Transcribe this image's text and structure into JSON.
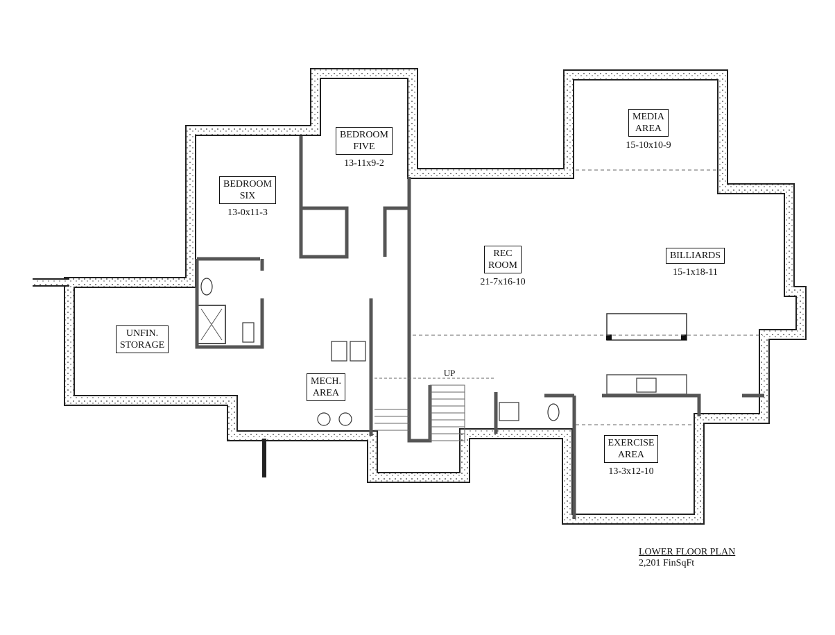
{
  "rooms": [
    {
      "name_line1": "BEDROOM",
      "name_line2": "FIVE",
      "dims": "13-11x9-2"
    },
    {
      "name_line1": "BEDROOM",
      "name_line2": "SIX",
      "dims": "13-0x11-3"
    },
    {
      "name_line1": "MEDIA",
      "name_line2": "AREA",
      "dims": "15-10x10-9"
    },
    {
      "name_line1": "REC",
      "name_line2": "ROOM",
      "dims": "21-7x16-10"
    },
    {
      "name_line1": "BILLIARDS",
      "name_line2": "",
      "dims": "15-1x18-11"
    },
    {
      "name_line1": "UNFIN.",
      "name_line2": "STORAGE",
      "dims": ""
    },
    {
      "name_line1": "MECH.",
      "name_line2": "AREA",
      "dims": ""
    },
    {
      "name_line1": "EXERCISE",
      "name_line2": "AREA",
      "dims": "13-3x12-10"
    }
  ],
  "stair_label": "UP",
  "plan_title": "LOWER FLOOR PLAN",
  "plan_area": "2,201 FinSqFt"
}
